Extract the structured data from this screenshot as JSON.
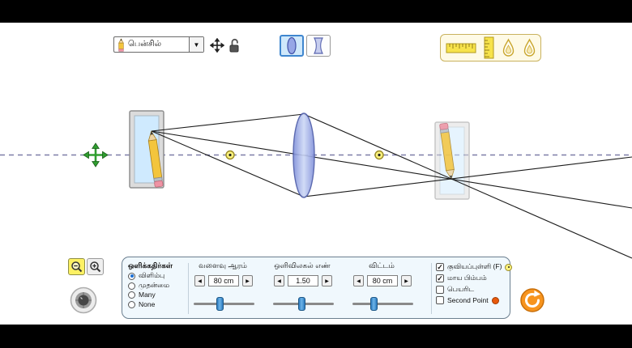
{
  "top_toolbar": {
    "object_combo": {
      "label": "பென்சில்",
      "dropdown_glyph": "▼"
    },
    "lens_toggle": {
      "selected": "convex"
    },
    "toolbox": {
      "tools": [
        "horizontal-ruler",
        "vertical-ruler",
        "droplet-marker",
        "droplet-marker"
      ]
    }
  },
  "scene": {
    "object": "pencil",
    "image": "inverted-pencil",
    "lens": "convex",
    "focal_point_count": 2,
    "colors": {
      "axis": "#7d7da8",
      "focal_marker": "#fcf37f",
      "move_handle": "#2f9e2f"
    }
  },
  "bottom_bar": {
    "zoom_out_pressed": true,
    "zoom_in_pressed": false
  },
  "control_panel": {
    "rays": {
      "header": "ஒளிக்கதிர்கள்",
      "options": [
        {
          "label": "விளிம்பு",
          "selected": true
        },
        {
          "label": "முதன்மை",
          "selected": false
        },
        {
          "label": "Many",
          "selected": false
        },
        {
          "label": "None",
          "selected": false
        }
      ]
    },
    "sliders": [
      {
        "label": "வளைவு ஆரம்",
        "value": "80 cm"
      },
      {
        "label": "ஒளிவிலகல் எண்",
        "value": "1.50"
      },
      {
        "label": "விட்டம்",
        "value": "80 cm"
      }
    ],
    "checkboxes": [
      {
        "label": "குவியப்புள்ளி (F)",
        "checked": true,
        "icon": "focal-point-dot"
      },
      {
        "label": "மாய பிம்பம்",
        "checked": true
      },
      {
        "label": "பெயரிட",
        "checked": false
      },
      {
        "label": "Second Point",
        "checked": false,
        "icon": "orange-dot"
      }
    ],
    "glyphs": {
      "decrement": "◀",
      "increment": "▶",
      "check": "✓"
    }
  }
}
